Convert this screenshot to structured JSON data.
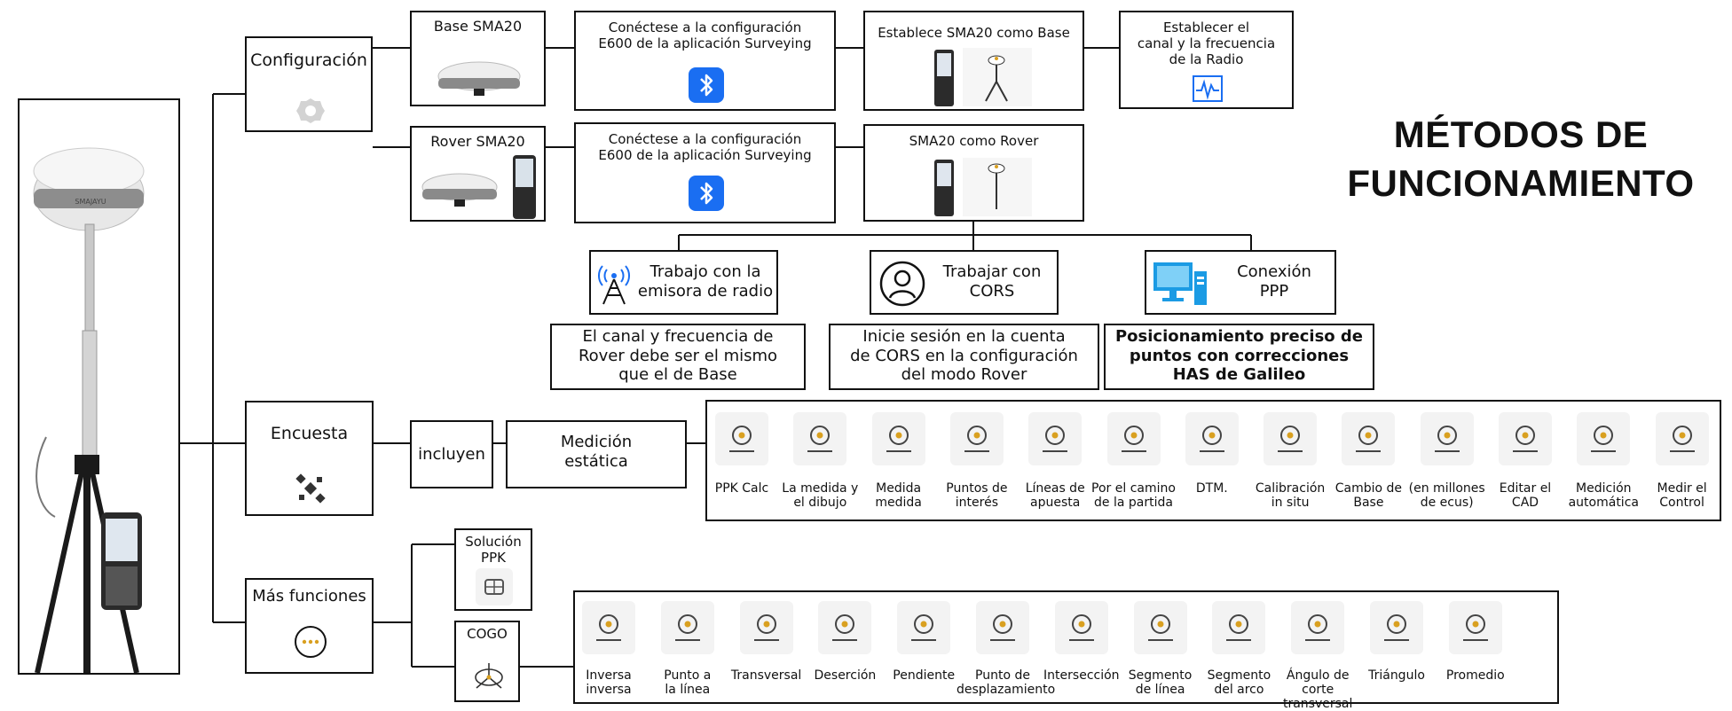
{
  "title": "MÉTODOS DE\nFUNCIONAMIENTO",
  "colors": {
    "bluetooth": "#1a6ef2",
    "ppp_icon": "#1b9be4",
    "accent": "#d9a020"
  },
  "branches": {
    "configuracion": "Configuración",
    "encuesta": "Encuesta",
    "mas_funciones": "Más funciones"
  },
  "config": {
    "base_title": "Base SMA20",
    "rover_title": "Rover SMA20",
    "base_connect": "Conéctese a la configuración\nE600 de la aplicación Surveying",
    "rover_connect": "Conéctese a la configuración\nE600 de la aplicación Surveying",
    "base_set": "Establece SMA20 como Base",
    "rover_set": "SMA20 como Rover",
    "radio_freq": "Establecer el\ncanal y la frecuencia\nde la Radio",
    "device_brand": "SMAJAYU"
  },
  "modes": [
    {
      "title": "Trabajo con la\nemisora de radio",
      "icon": "radio-tower-icon",
      "desc": "El canal y frecuencia de\nRover debe ser el mismo\nque el de Base"
    },
    {
      "title": "Trabajar con\nCORS",
      "icon": "user-circle-icon",
      "desc": "Inicie sesión en la cuenta\nde CORS en la configuración\ndel modo Rover"
    },
    {
      "title": "Conexión\nPPP",
      "icon": "computer-icon",
      "desc": "Posicionamiento preciso de\npuntos con correcciones\nHAS de Galileo"
    }
  ],
  "survey": {
    "incluyen": "incluyen",
    "static": "Medición\nestática",
    "tools": [
      {
        "label": "PPK Calc",
        "icon": "ppk-calc-icon"
      },
      {
        "label": "La medida y\nel dibujo",
        "icon": "map-draw-icon"
      },
      {
        "label": "Medida\nmedida",
        "icon": "pin-icon"
      },
      {
        "label": "Puntos de\ninterés",
        "icon": "poi-icon"
      },
      {
        "label": "Líneas de\napuesta",
        "icon": "stakeout-line-icon"
      },
      {
        "label": "Por el camino\nde la partida",
        "icon": "route-icon"
      },
      {
        "label": "DTM.",
        "icon": "dtm-icon"
      },
      {
        "label": "Calibración\nin situ",
        "icon": "calibration-icon"
      },
      {
        "label": "Cambio de\nBase",
        "icon": "change-base-icon"
      },
      {
        "label": "(en millones\nde ecus)",
        "icon": "calculator-icon"
      },
      {
        "label": "Editar el\nCAD",
        "icon": "cad-edit-icon"
      },
      {
        "label": "Medición\nautomática",
        "icon": "auto-measure-icon"
      },
      {
        "label": "Medir el\nControl",
        "icon": "control-point-icon"
      }
    ]
  },
  "more": {
    "ppk_solution": "Solución\nPPK",
    "cogo": "COGO",
    "cogo_tools": [
      {
        "label": "Inversa\ninversa",
        "icon": "inverse-icon"
      },
      {
        "label": "Punto a\nla línea",
        "icon": "point-line-icon"
      },
      {
        "label": "Transversal",
        "icon": "traverse-icon"
      },
      {
        "label": "Deserción",
        "icon": "resection-icon"
      },
      {
        "label": "Pendiente",
        "icon": "slope-icon"
      },
      {
        "label": "Punto de\ndesplazamiento",
        "icon": "offset-point-icon"
      },
      {
        "label": "Intersección",
        "icon": "intersection-icon"
      },
      {
        "label": "Segmento\nde línea",
        "icon": "line-segment-icon"
      },
      {
        "label": "Segmento\ndel arco",
        "icon": "arc-segment-icon"
      },
      {
        "label": "Ángulo de\ncorte transversal",
        "icon": "angle-icon"
      },
      {
        "label": "Triángulo",
        "icon": "triangle-icon"
      },
      {
        "label": "Promedio",
        "icon": "average-icon"
      }
    ]
  }
}
